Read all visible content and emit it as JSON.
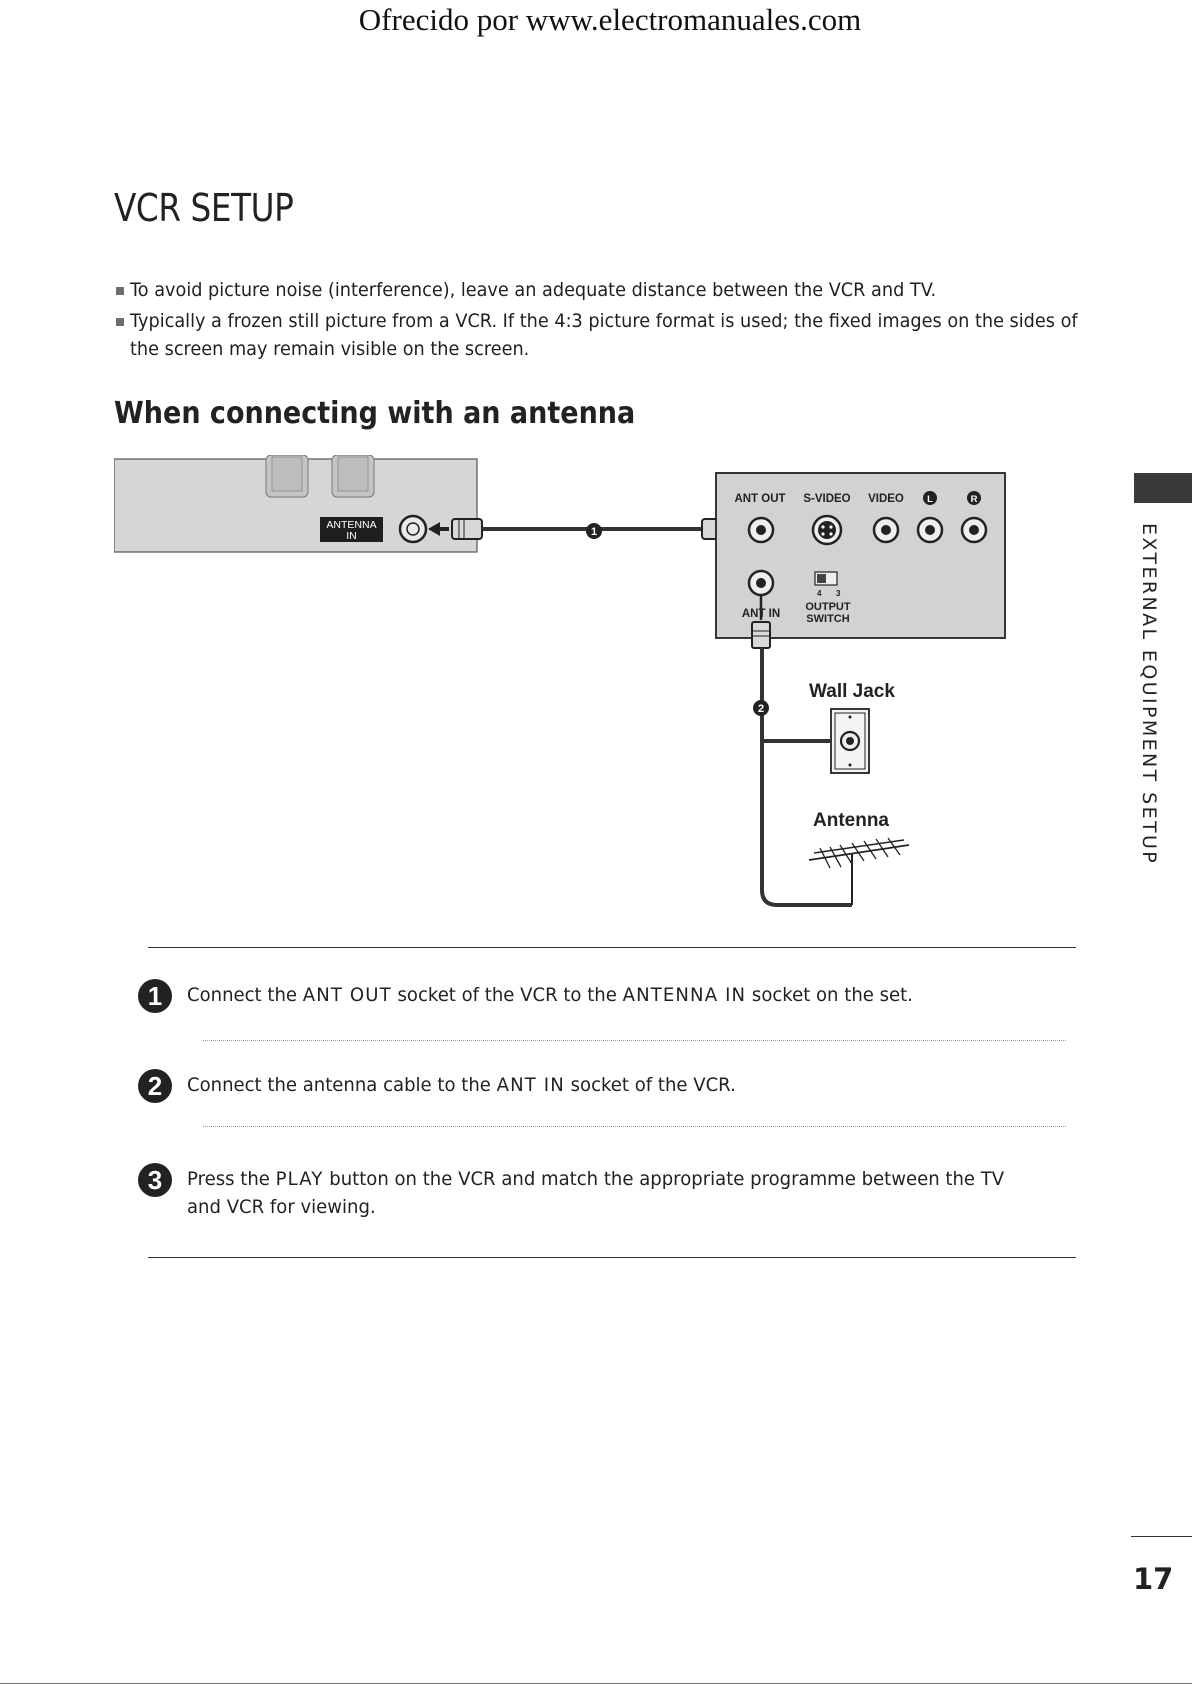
{
  "watermark": "Ofrecido por www.electromanuales.com",
  "page_title": "VCR SETUP",
  "bullets": [
    "To avoid picture noise (interference), leave an adequate distance between the VCR and TV.",
    "Typically a frozen still picture from a VCR. If the 4:3 picture format is used; the fixed images on the sides of the screen may remain visible on the screen."
  ],
  "section_title": "When connecting with an antenna",
  "diagram": {
    "tv_jack_label_1": "ANTENNA",
    "tv_jack_label_2": "IN",
    "vcr_labels": {
      "ant_out": "ANT OUT",
      "s_video": "S-VIDEO",
      "video": "VIDEO",
      "left": "L",
      "right": "R",
      "ant_in": "ANT IN",
      "output_switch_1": "OUTPUT",
      "output_switch_2": "SWITCH",
      "switch_4": "4",
      "switch_3": "3"
    },
    "cable_marker_1": "1",
    "cable_marker_2": "2",
    "wall_jack": "Wall Jack",
    "antenna": "Antenna"
  },
  "steps": [
    {
      "number": "1",
      "pre": "Connect the ",
      "kw1": "ANT OUT",
      "mid": " socket of the VCR to the ",
      "kw2": "ANTENNA IN",
      "post": " socket on the set."
    },
    {
      "number": "2",
      "pre": "Connect the antenna cable to the ",
      "kw1": "ANT IN",
      "post": " socket of the VCR."
    },
    {
      "number": "3",
      "pre": "Press the ",
      "kw1": "PLAY",
      "post": " button on the VCR and match the appropriate programme between the TV and VCR for viewing."
    }
  ],
  "side_label": "EXTERNAL EQUIPMENT SETUP",
  "page_number": "17"
}
